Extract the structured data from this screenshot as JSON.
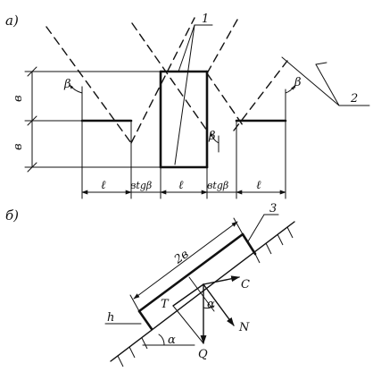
{
  "figure_a": {
    "panel_label": "а)",
    "dimension_B_upper": "в",
    "dimension_B_lower": "в",
    "width_l_1": "ℓ",
    "width_l_2": "ℓ",
    "width_l_3": "ℓ",
    "gap_b_tan_beta_1": "вtgβ",
    "gap_b_tan_beta_2": "вtgβ",
    "angle_beta_left": "β",
    "angle_beta_center": "β",
    "angle_beta_right": "β",
    "callout_1": "1",
    "callout_2": "2"
  },
  "figure_b": {
    "panel_label": "б)",
    "length_2b": "2в",
    "callout_3": "3",
    "thickness_h": "h",
    "force_T": "T",
    "force_C": "C",
    "force_N": "N",
    "force_Q": "Q",
    "angle_alpha_force": "α",
    "angle_alpha_slope": "α"
  }
}
